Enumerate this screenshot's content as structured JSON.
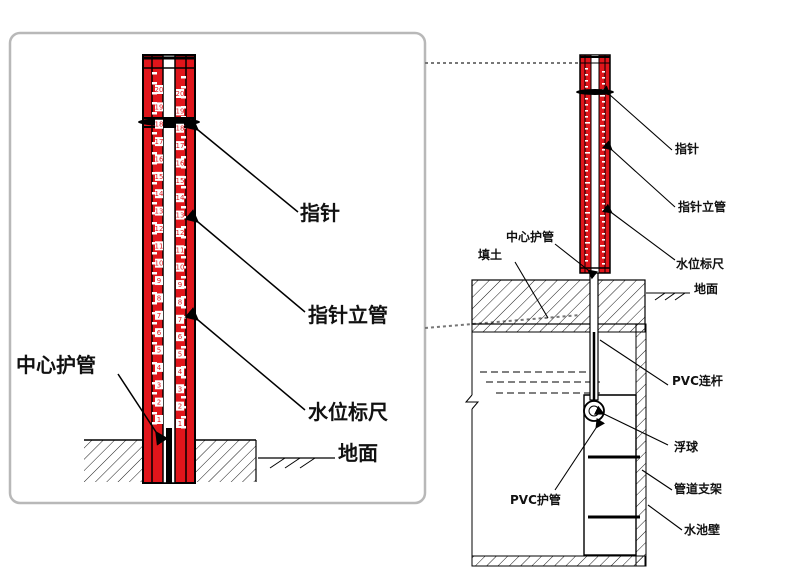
{
  "zoom_labels": {
    "pointer": "指针",
    "pointer_tube": "指针立管",
    "water_gauge": "水位标尺",
    "center_casing": "中心护管",
    "ground": "地面"
  },
  "main_labels": {
    "pointer": "指针",
    "pointer_tube": "指针立管",
    "center_casing": "中心护管",
    "backfill": "填土",
    "water_gauge": "水位标尺",
    "ground": "地面",
    "pvc_rod": "PVC连杆",
    "float_ball": "浮球",
    "pvc_casing": "PVC护管",
    "pipe_support": "管道支架",
    "tank_wall": "水池壁"
  },
  "scale_digits_zoom": [
    "20",
    "19",
    "18",
    "17",
    "16",
    "15",
    "14",
    "13",
    "12",
    "11",
    "10",
    "9",
    "8",
    "7",
    "6",
    "5",
    "4",
    "3",
    "2",
    "1"
  ],
  "colors": {
    "scale_red": "#e0151b",
    "line": "#000000",
    "panel_border": "#b8b8b8"
  }
}
